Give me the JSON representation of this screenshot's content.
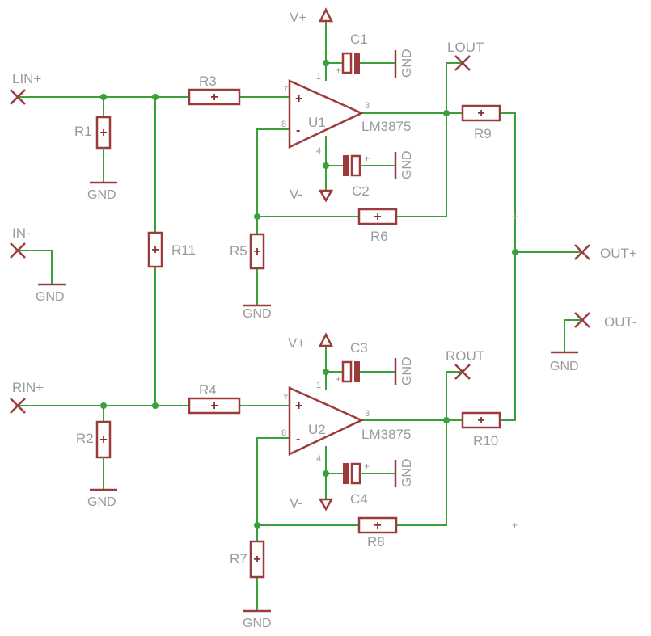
{
  "ports": {
    "lin_plus": "LIN+",
    "in_minus": "IN-",
    "rin_plus": "RIN+",
    "lout": "LOUT",
    "rout": "ROUT",
    "out_plus": "OUT+",
    "out_minus": "OUT-"
  },
  "resistors": {
    "r1": "R1",
    "r2": "R2",
    "r3": "R3",
    "r4": "R4",
    "r5": "R5",
    "r6": "R6",
    "r7": "R7",
    "r8": "R8",
    "r9": "R9",
    "r10": "R10",
    "r11": "R11"
  },
  "capacitors": {
    "c1": "C1",
    "c2": "C2",
    "c3": "C3",
    "c4": "C4"
  },
  "amplifiers": {
    "u1": {
      "ref": "U1",
      "part": "LM3875",
      "pin_noninv": "7",
      "pin_inv": "8",
      "pin_out": "3",
      "pin_top": "1",
      "pin_bottom": "4"
    },
    "u2": {
      "ref": "U2",
      "part": "LM3875",
      "pin_noninv": "7",
      "pin_inv": "8",
      "pin_out": "3",
      "pin_top": "1",
      "pin_bottom": "4"
    }
  },
  "supplies": {
    "vplus": "V+",
    "vminus": "V-"
  },
  "ground": "GND",
  "symbols": {
    "plus": "+",
    "minus": "-"
  },
  "colors": {
    "wire": "#3aa13a",
    "component": "#9b3b3b",
    "label": "#9a9a9a",
    "background": "#ffffff"
  }
}
